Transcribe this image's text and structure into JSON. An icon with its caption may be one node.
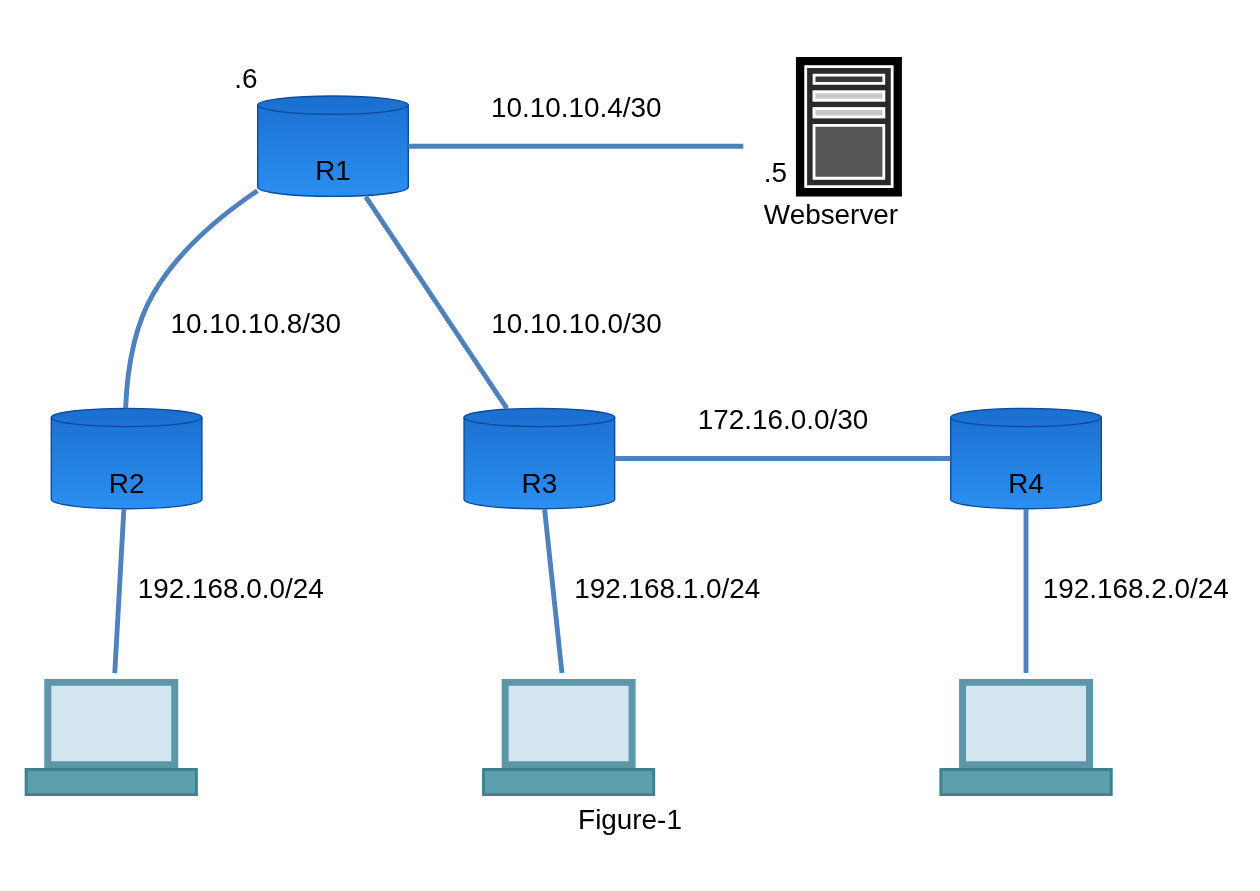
{
  "diagram": {
    "caption": "Figure-1",
    "nodes": [
      {
        "text": [
          "R1"
        ],
        "beside": [
          ".6"
        ]
      },
      {
        "text": [
          "Webserver"
        ],
        "beside": [
          ".5"
        ]
      },
      {
        "text": [
          "R2"
        ]
      },
      {
        "text": [
          "R3"
        ]
      },
      {
        "text": [
          "R4"
        ]
      },
      {
        "text": [],
        "shape": "laptop"
      },
      {
        "text": [],
        "shape": "laptop"
      },
      {
        "text": [],
        "shape": "laptop"
      }
    ],
    "edges": [
      {
        "from": 0,
        "to": 1,
        "arrow": "none",
        "label": "10.10.10.4/30"
      },
      {
        "from": 0,
        "to": 2,
        "arrow": "none",
        "label": "10.10.10.8/30"
      },
      {
        "from": 0,
        "to": 3,
        "arrow": "none",
        "label": "10.10.10.0/30"
      },
      {
        "from": 3,
        "to": 4,
        "arrow": "none",
        "label": "172.16.0.0/30"
      },
      {
        "from": 2,
        "to": 5,
        "arrow": "none",
        "label": "192.168.0.0/24"
      },
      {
        "from": 3,
        "to": 6,
        "arrow": "none",
        "label": "192.168.1.0/24"
      },
      {
        "from": 4,
        "to": 7,
        "arrow": "none",
        "label": "192.168.2.0/24"
      }
    ]
  }
}
